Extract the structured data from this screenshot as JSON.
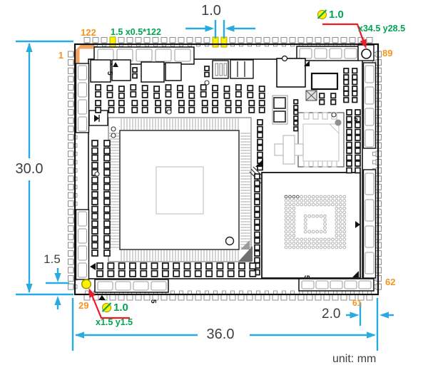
{
  "diagram": {
    "unit_label": "unit: mm",
    "dimensions": {
      "board_height": "30.0",
      "board_width": "36.0",
      "pad_pitch": "1.0",
      "hole_edge_offset": "1.5",
      "right_pad_offset": "2.0"
    },
    "pin_labels": {
      "top_left": "122",
      "left_first": "1",
      "right_top": "89",
      "right_bottom": "62",
      "bottom_right": "61",
      "left_bottom": "29"
    },
    "notes": {
      "pad_spec": "1.5 x0.5*122",
      "hole_top": {
        "diameter": "1.0",
        "position": "x34.5 y28.5"
      },
      "hole_bottom": {
        "diameter": "1.0",
        "position": "x1.5 y1.5"
      }
    },
    "silkscreen": [
      "5",
      "5",
      "5",
      "5"
    ],
    "colors": {
      "dimension_blue": "#29ABE2",
      "pin_orange": "#F7941E",
      "note_green": "#00A651",
      "leader_red": "#ED1C24",
      "highlight_yellow": "#FFF200",
      "corner_orange": "#F2A45F",
      "text_gray": "#3F3F3F"
    }
  }
}
